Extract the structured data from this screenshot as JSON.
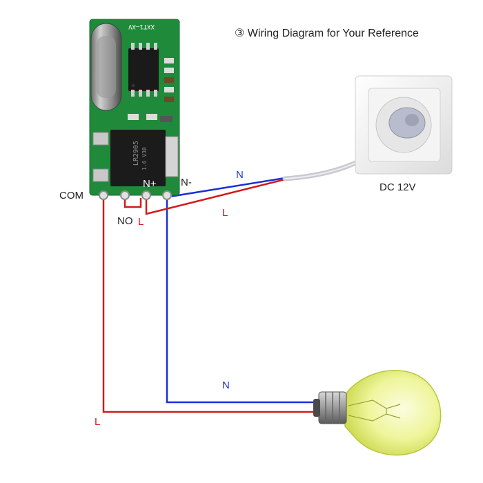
{
  "title": "③ Wiring Diagram for Your Reference",
  "module": {
    "top_marking": "XXT1—XV",
    "regulator_marking": "LR2905",
    "regulator_marking2": "1.6 V30",
    "pins": {
      "com": "COM",
      "no": "NO",
      "n_plus": "N+",
      "n_minus": "N-"
    }
  },
  "socket": {
    "label": "DC 12V"
  },
  "wires": {
    "supply_n": "N",
    "supply_l": "L",
    "no_l": "L",
    "lamp_n": "N",
    "lamp_l": "L"
  },
  "colors": {
    "neutral_wire": "#1b2fd6",
    "live_wire": "#d21a1a",
    "pcb": "#1f8a3a",
    "cable": "#c9c9d2"
  }
}
